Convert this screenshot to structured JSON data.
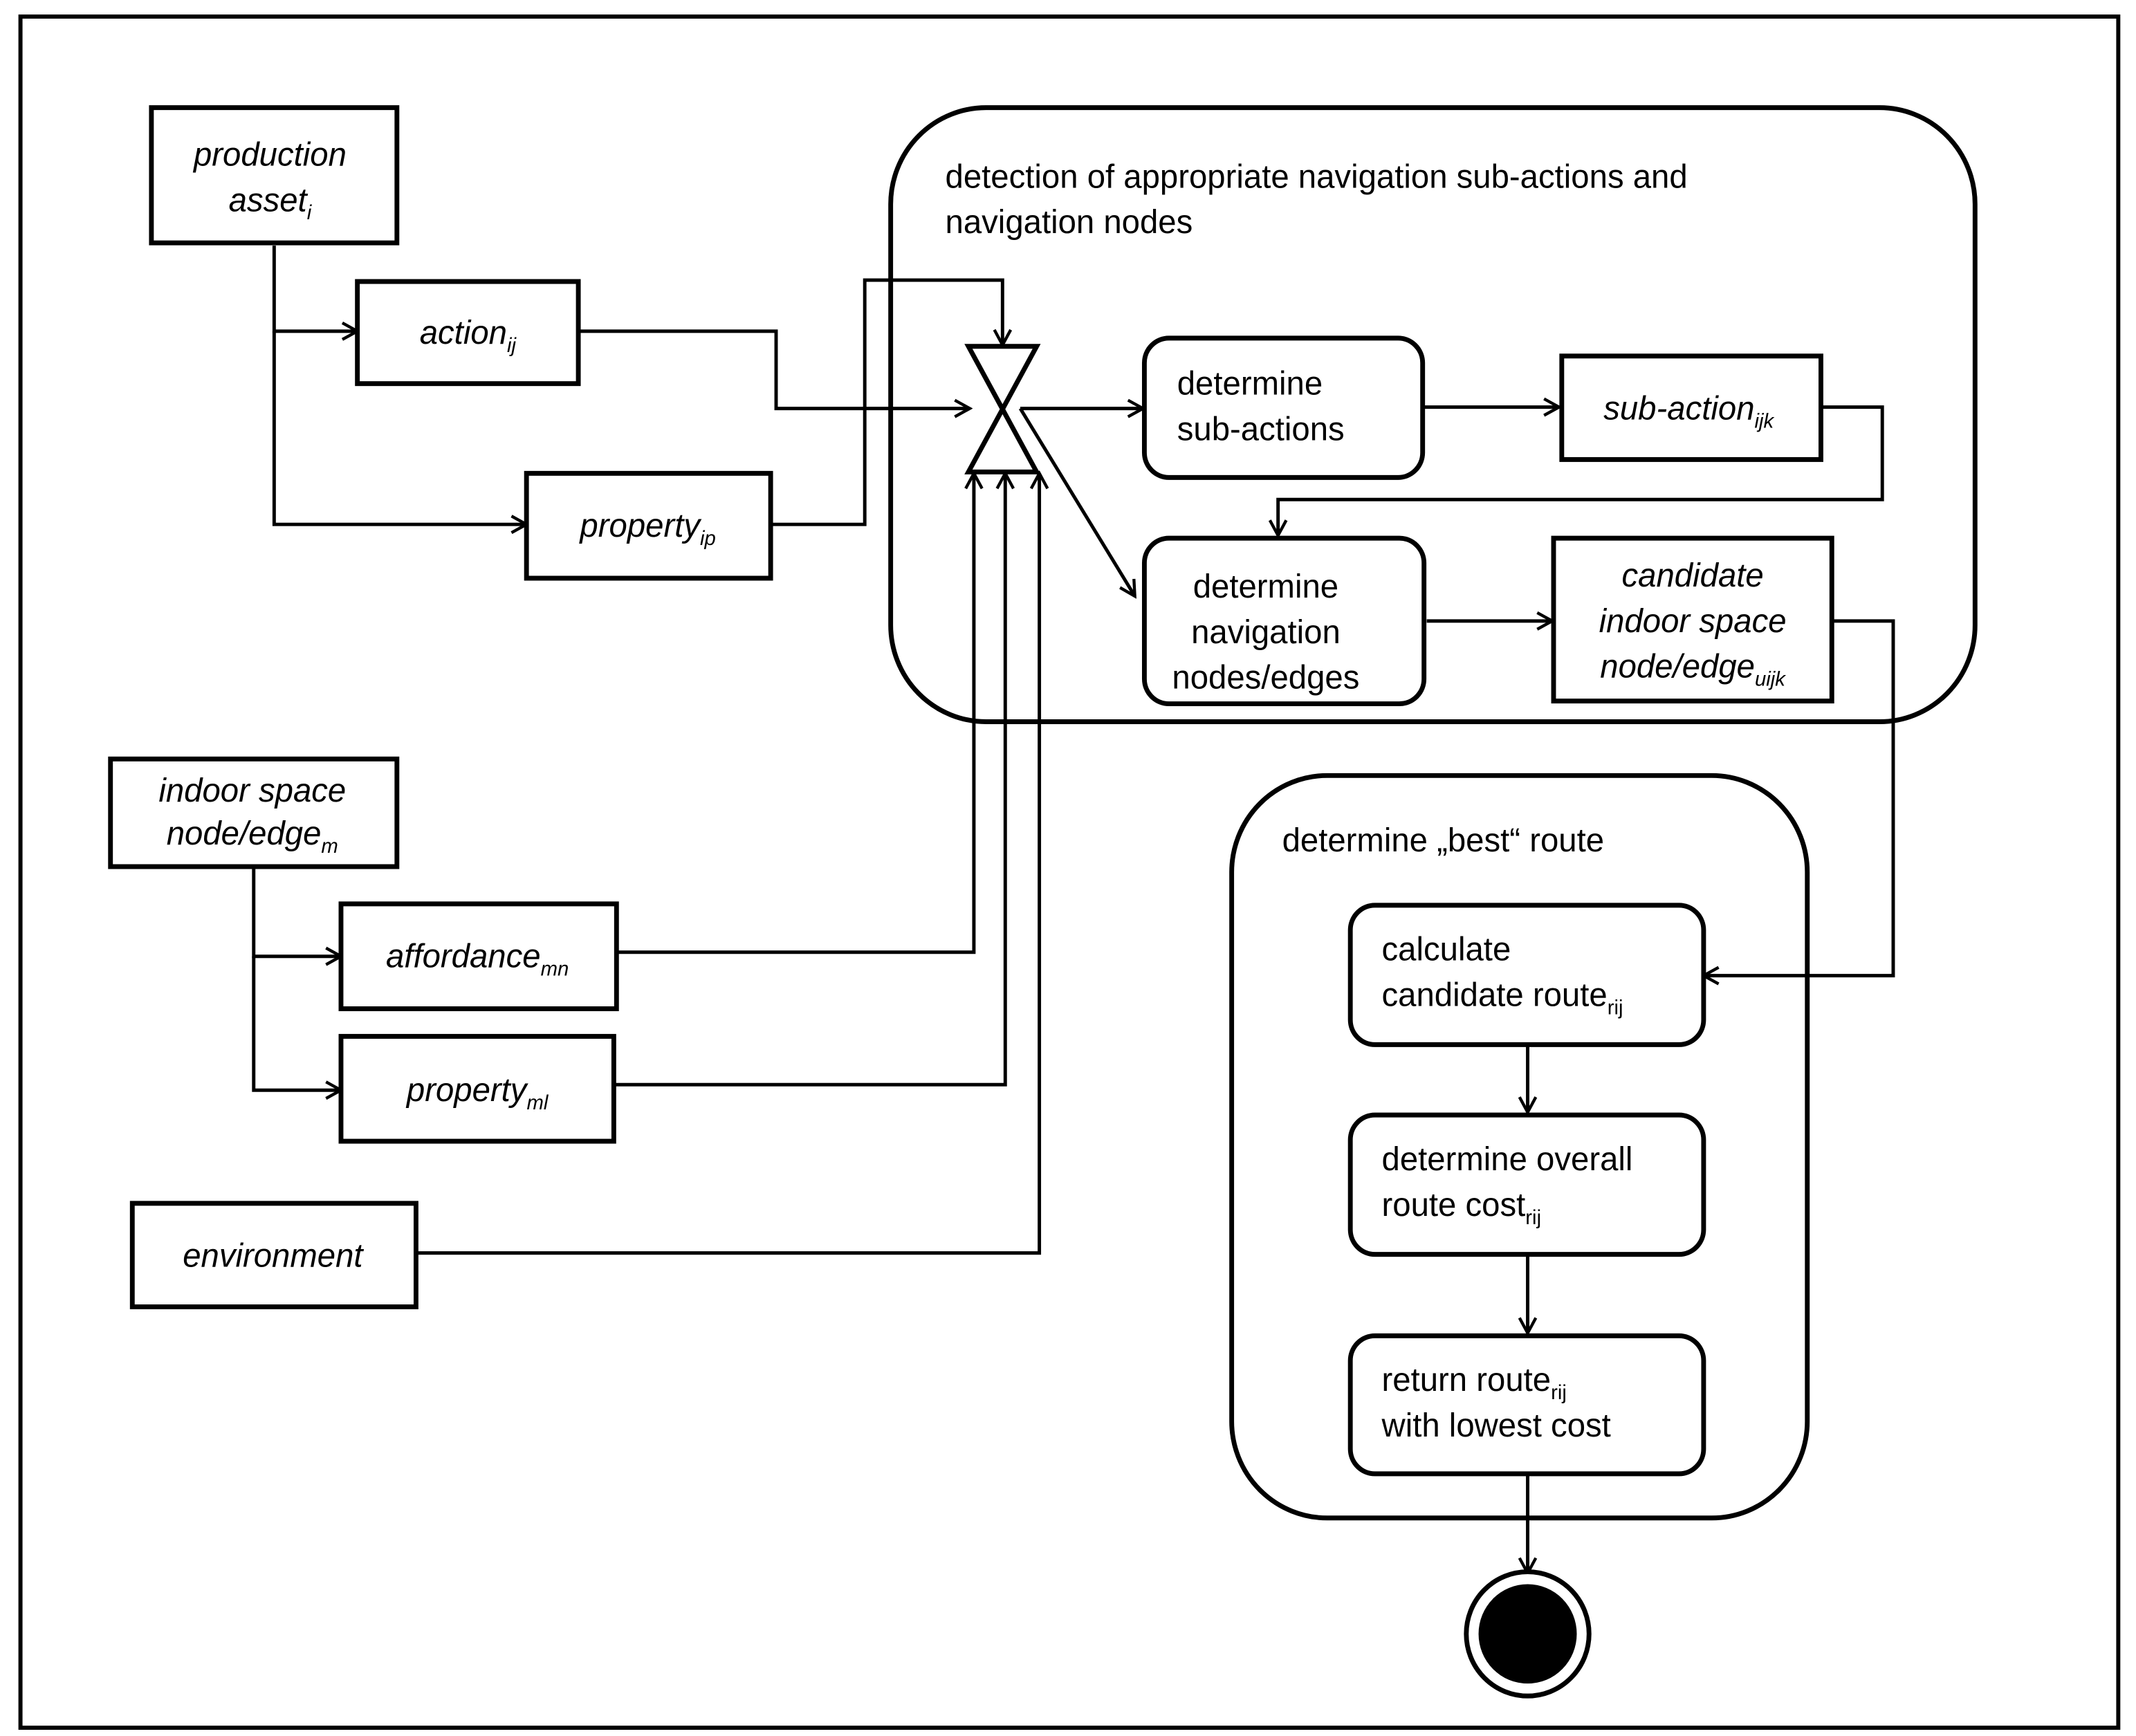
{
  "inputs": {
    "production_asset": {
      "line1": "production",
      "line2": "asset",
      "sub2": "i"
    },
    "action": {
      "text": "action",
      "sub": "ij"
    },
    "property_ip": {
      "text": "property",
      "sub": "ip"
    },
    "indoor_space": {
      "line1": "indoor space",
      "line2": "node/edge",
      "sub2": "m"
    },
    "affordance": {
      "text": "affordance",
      "sub": "mn"
    },
    "property_ml": {
      "text": "property",
      "sub": "ml"
    },
    "environment": {
      "text": "environment"
    }
  },
  "detection": {
    "title1": "detection of appropriate navigation sub-actions and",
    "title2": "navigation nodes",
    "determine_sub_actions": {
      "line1": "determine",
      "line2": "sub-actions"
    },
    "sub_action": {
      "text": "sub-action",
      "sub": "ijk"
    },
    "determine_nav_nodes": {
      "line1": "determine",
      "line2": "navigation",
      "line3": "nodes/edges"
    },
    "candidate": {
      "line1": "candidate",
      "line2": "indoor space",
      "line3": "node/edge",
      "sub3": "uijk"
    }
  },
  "route": {
    "title": "determine „best“ route",
    "calculate": {
      "line1": "calculate",
      "line2": "candidate route",
      "sub2": "rij"
    },
    "overall_cost": {
      "line1": "determine overall",
      "line2": "route cost",
      "sub2": "rij"
    },
    "return_route": {
      "line1": "return route",
      "sub1": "rij",
      "line2": "with lowest cost"
    }
  }
}
